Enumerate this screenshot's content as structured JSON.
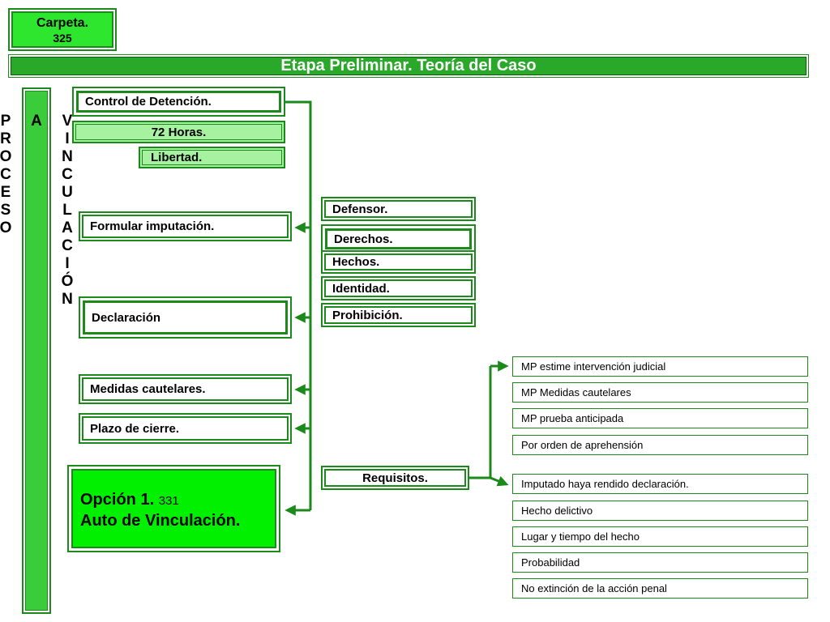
{
  "carpeta": {
    "label": "Carpeta.",
    "number": "325"
  },
  "banner": {
    "title": "Etapa Preliminar.  Teoría del Caso"
  },
  "vertical": {
    "text": "VINCULACIÓN\n\nA\n\nPROCESO"
  },
  "left_boxes": {
    "control": "Control de Detención.",
    "horas": "72 Horas.",
    "libertad": "Libertad.",
    "imputacion": "Formular imputación.",
    "declaracion": "Declaración",
    "cautelares": "Medidas cautelares.",
    "plazo": "Plazo de cierre."
  },
  "auto": {
    "option": "Opción 1.",
    "number": "331",
    "title": "Auto de Vinculación."
  },
  "rights": {
    "defensor": "Defensor.",
    "derechos": "Derechos.",
    "hechos": "Hechos.",
    "identidad": "Identidad.",
    "prohibicion": "Prohibición."
  },
  "requisitos": "Requisitos.",
  "upper_list": [
    "MP estime intervención judicial",
    "MP Medidas cautelares",
    "MP prueba anticipada",
    "Por orden de aprehensión"
  ],
  "lower_list": [
    "Imputado haya rendido declaración.",
    "Hecho delictivo",
    "Lugar y tiempo del hecho",
    "Probabilidad",
    "No extinción de la acción penal"
  ],
  "colors": {
    "line": "#1b8a1b",
    "banner": "#2aa82a",
    "bright": "#00f000",
    "light": "#a7f2a0",
    "vertical": "#3acc3a"
  }
}
